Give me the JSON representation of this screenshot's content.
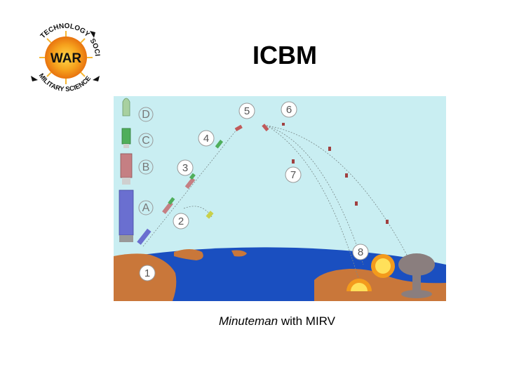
{
  "slide": {
    "title": "ICBM"
  },
  "logo": {
    "top_text": "TECHNOLOGY",
    "right_text": "SOCIETY",
    "bottom_text": "MILITARY SCIENCE",
    "center_text": "WAR"
  },
  "diagram": {
    "stage_letters": [
      "A",
      "B",
      "C",
      "D"
    ],
    "step_numbers": [
      "1",
      "2",
      "3",
      "4",
      "5",
      "6",
      "7",
      "8"
    ],
    "colors": {
      "sky": "#c9eef2",
      "ocean": "#1a4fc0",
      "land": "#c9773a",
      "stage_a": "#6a6fd0",
      "stage_b": "#c57f83",
      "stage_c": "#4fae5b",
      "stage_d": "#a8d0a0"
    }
  },
  "caption": {
    "italic": "Minuteman",
    "rest": " with MIRV"
  }
}
